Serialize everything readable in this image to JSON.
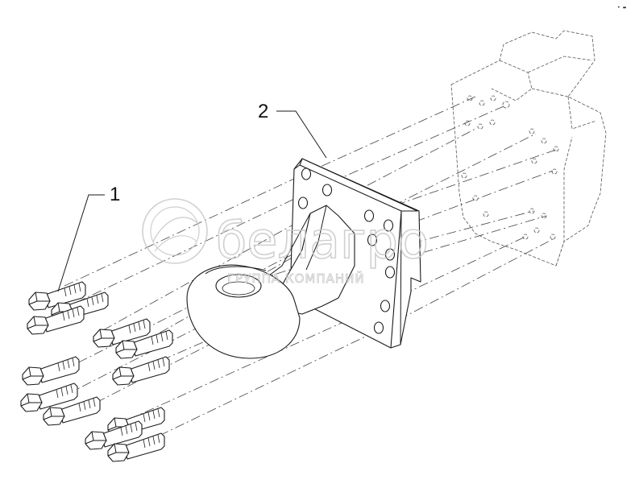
{
  "callouts": [
    {
      "id": "1",
      "label": "1"
    },
    {
      "id": "2",
      "label": "2"
    }
  ],
  "watermark": {
    "brand": "белагро",
    "tagline": "ГРУППА КОМПАНИЙ"
  },
  "corner_mark": "• ▬",
  "colors": {
    "line": "#1a1a1a",
    "watermark": "#c8c8c8",
    "background": "#ffffff"
  }
}
